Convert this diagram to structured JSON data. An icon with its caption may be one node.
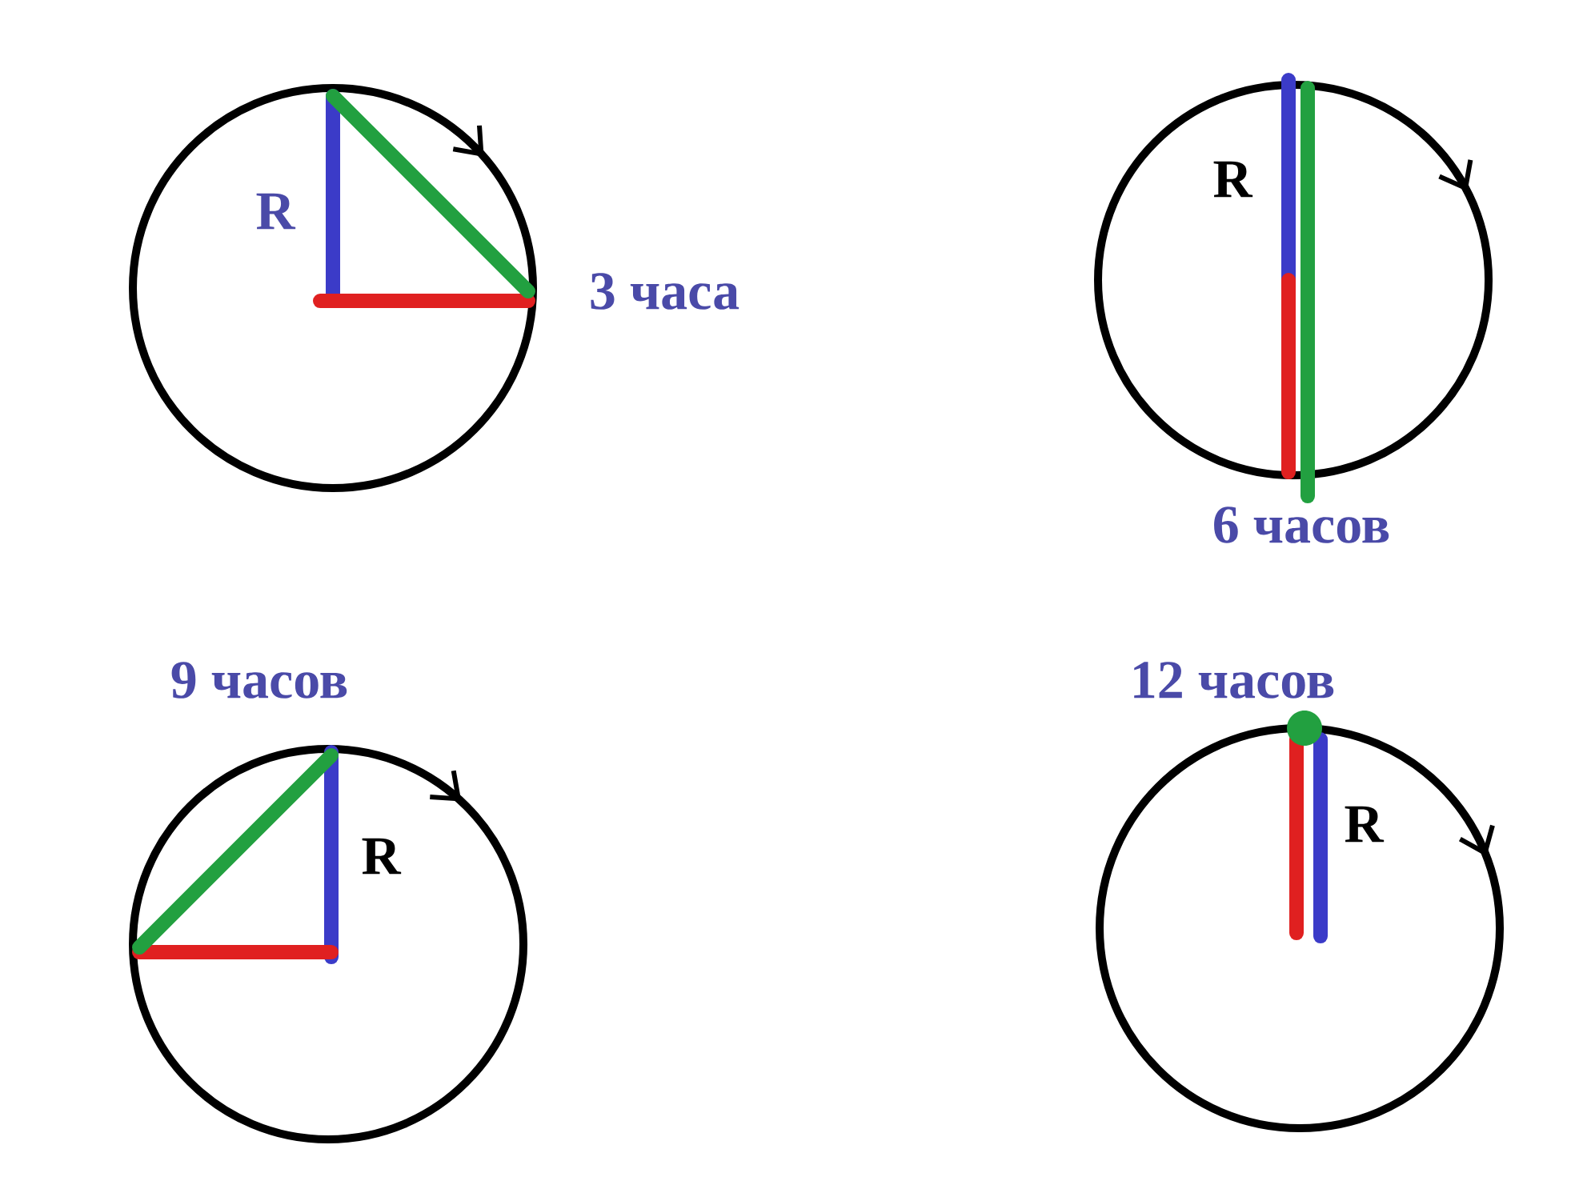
{
  "diagram": {
    "nodes": [
      {
        "text": [
          "R"
        ]
      },
      {
        "text": [
          "R"
        ]
      },
      {
        "text": [
          "R"
        ]
      },
      {
        "text": [
          "R"
        ]
      }
    ],
    "labels": [
      "3 часа",
      "6 часов",
      "9 часов",
      "12 часов"
    ]
  }
}
